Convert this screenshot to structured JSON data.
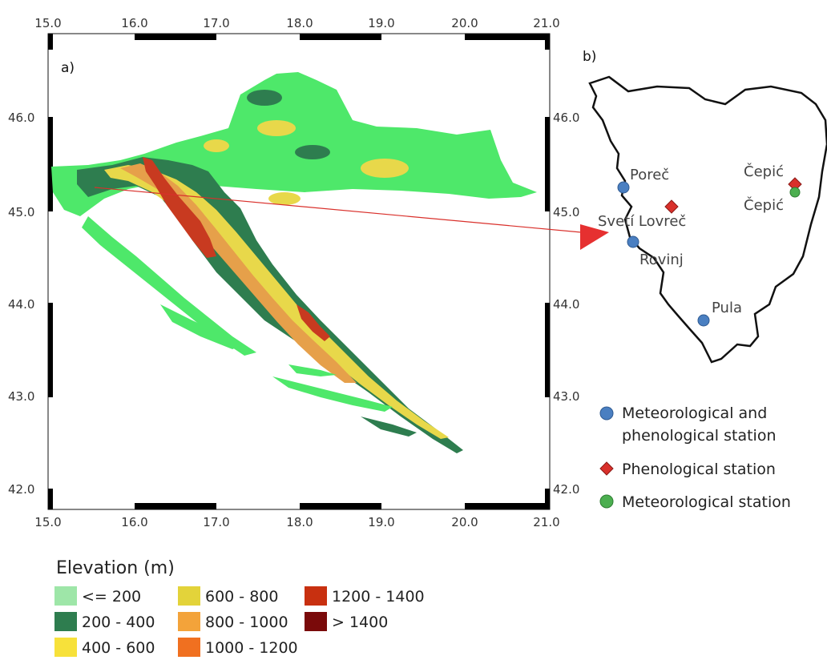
{
  "map_a": {
    "panel_label": "a)",
    "x_ticks": [
      "15.0",
      "16.0",
      "17.0",
      "18.0",
      "19.0",
      "20.0",
      "21.0"
    ],
    "y_ticks": [
      "46.0",
      "45.0",
      "44.0",
      "43.0",
      "42.0"
    ]
  },
  "map_b": {
    "panel_label": "b)",
    "stations": [
      {
        "name": "Poreč",
        "type": "meteorological_and_phenological"
      },
      {
        "name": "Svetí Lovreč",
        "type": "phenological"
      },
      {
        "name": "Rovinj",
        "type": "meteorological_and_phenological"
      },
      {
        "name": "Pula",
        "type": "meteorological_and_phenological"
      },
      {
        "name": "Čepić",
        "type": "phenological"
      },
      {
        "name": "Čepić",
        "type": "meteorological"
      }
    ]
  },
  "station_legend": {
    "items": [
      {
        "line1": "Meteorological and",
        "line2": "phenological station",
        "marker": "circle",
        "color": "#4a7fc1"
      },
      {
        "line1": "Phenological station",
        "marker": "diamond",
        "color": "#d9302b"
      },
      {
        "line1": "Meteorological station",
        "marker": "circle",
        "color": "#4caf50"
      }
    ]
  },
  "elevation_legend": {
    "title": "Elevation (m)",
    "classes": [
      {
        "label": "<= 200",
        "color": "#9ee6a8"
      },
      {
        "label": "200 - 400",
        "color": "#2e7d4f"
      },
      {
        "label": "400 - 600",
        "color": "#f7e13a"
      },
      {
        "label": "600 - 800",
        "color": "#e3d33a"
      },
      {
        "label": "800 - 1000",
        "color": "#f3a33a"
      },
      {
        "label": "1000 - 1200",
        "color": "#f07020"
      },
      {
        "label": "1200 - 1400",
        "color": "#c83010"
      },
      {
        "label": "> 1400",
        "color": "#7a0a0a"
      }
    ]
  },
  "colors": {
    "lowland": "#4ee86a",
    "hills": "#2e7d4f",
    "mid": "#e8d84a",
    "high": "#e6a04a",
    "peak": "#c83a20",
    "arrow": "#e63030"
  }
}
